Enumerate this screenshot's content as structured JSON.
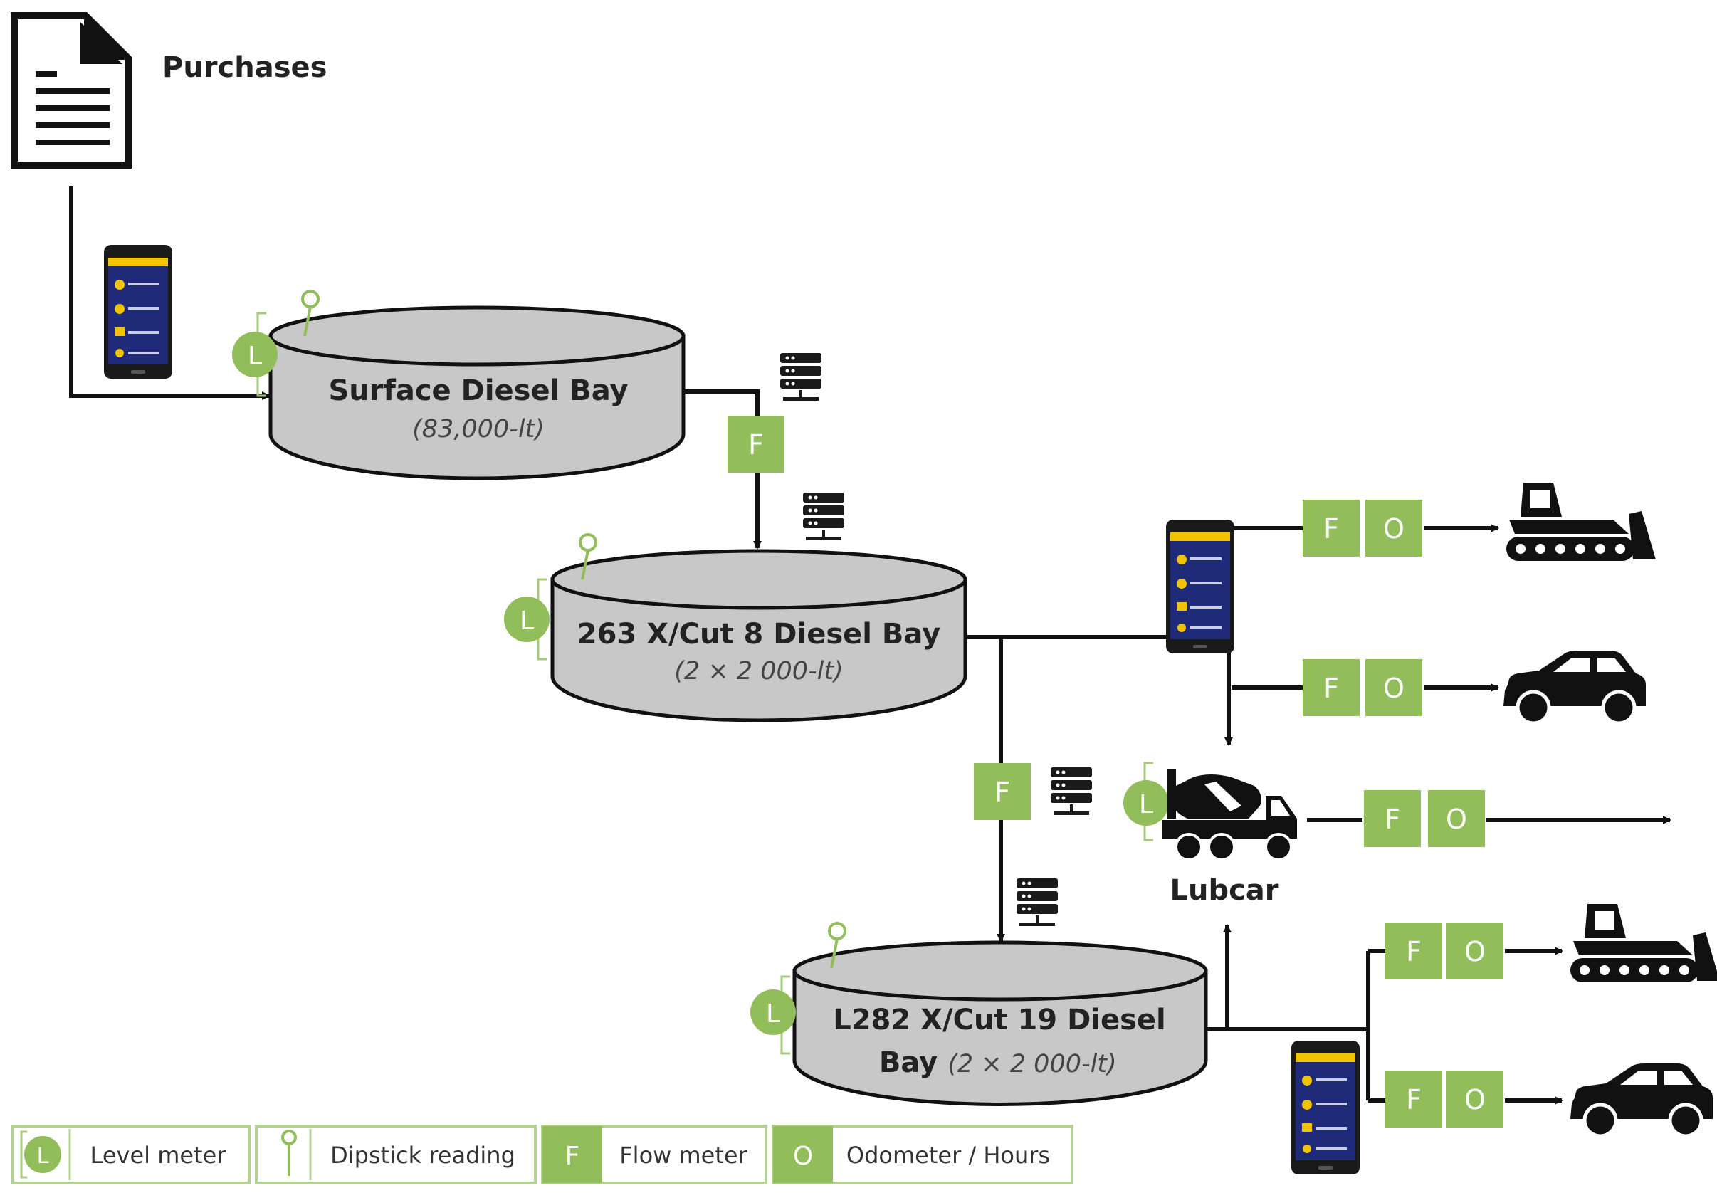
{
  "document": {
    "title": "Purchases"
  },
  "tanks": [
    {
      "name": "Surface Diesel Bay",
      "capacity": "(83,000-lt)"
    },
    {
      "name": "263 X/Cut 8 Diesel Bay",
      "capacity": "(2 × 2 000-lt)"
    },
    {
      "name_line1": "L282 X/Cut 19 Diesel",
      "name_line2": "Bay",
      "capacity": "(2 × 2 000-lt)"
    }
  ],
  "lubcar": {
    "label": "Lubcar"
  },
  "meter_letters": {
    "level": "L",
    "flow": "F",
    "odometer": "O"
  },
  "legend": {
    "level": {
      "symbol": "L",
      "label": "Level meter"
    },
    "dipstick": {
      "label": "Dipstick reading"
    },
    "flow": {
      "symbol": "F",
      "label": "Flow meter"
    },
    "odometer": {
      "symbol": "O",
      "label": "Odometer / Hours"
    }
  },
  "colors": {
    "meter_green": "#92bd5b",
    "tank_fill": "#c8c8c8",
    "line": "#111111",
    "tablet_screen": "#1f2a78",
    "tablet_accent": "#f2c400"
  },
  "icons": [
    "document-icon",
    "tablet-icon",
    "server-icon",
    "dipstick-icon",
    "bulldozer-icon",
    "car-icon",
    "lubcar-truck-icon"
  ]
}
